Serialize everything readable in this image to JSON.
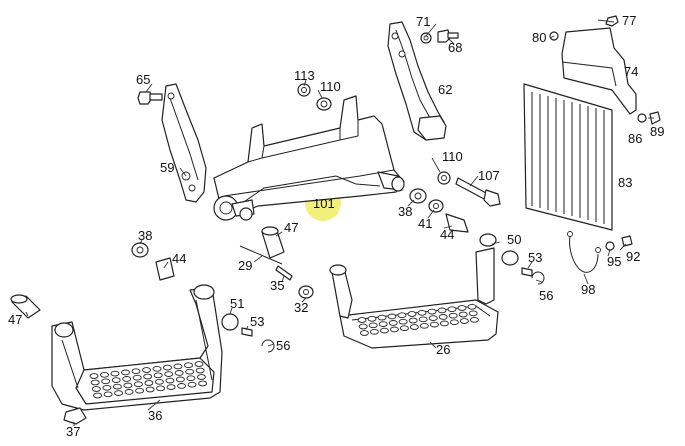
{
  "colors": {
    "highlight": "#f3f07a",
    "line": "#222222",
    "background": "#ffffff"
  },
  "callouts": [
    {
      "id": "c71",
      "label": "71"
    },
    {
      "id": "c68",
      "label": "68"
    },
    {
      "id": "c77",
      "label": "77"
    },
    {
      "id": "c80",
      "label": "80"
    },
    {
      "id": "c74",
      "label": "74"
    },
    {
      "id": "c65",
      "label": "65"
    },
    {
      "id": "c113",
      "label": "113"
    },
    {
      "id": "c110a",
      "label": "110"
    },
    {
      "id": "c62",
      "label": "62"
    },
    {
      "id": "c89",
      "label": "89"
    },
    {
      "id": "c86",
      "label": "86"
    },
    {
      "id": "c59",
      "label": "59"
    },
    {
      "id": "c110b",
      "label": "110"
    },
    {
      "id": "c107",
      "label": "107"
    },
    {
      "id": "c83",
      "label": "83"
    },
    {
      "id": "c101",
      "label": "101",
      "highlight": true
    },
    {
      "id": "c38a",
      "label": "38"
    },
    {
      "id": "c41",
      "label": "41"
    },
    {
      "id": "c47a",
      "label": "47"
    },
    {
      "id": "c44a",
      "label": "44"
    },
    {
      "id": "c38b",
      "label": "38"
    },
    {
      "id": "c44b",
      "label": "44"
    },
    {
      "id": "c50",
      "label": "50"
    },
    {
      "id": "c53a",
      "label": "53"
    },
    {
      "id": "c92",
      "label": "92"
    },
    {
      "id": "c95",
      "label": "95"
    },
    {
      "id": "c29",
      "label": "29"
    },
    {
      "id": "c56a",
      "label": "56"
    },
    {
      "id": "c98",
      "label": "98"
    },
    {
      "id": "c35",
      "label": "35"
    },
    {
      "id": "c32",
      "label": "32"
    },
    {
      "id": "c47b",
      "label": "47"
    },
    {
      "id": "c51",
      "label": "51"
    },
    {
      "id": "c53b",
      "label": "53"
    },
    {
      "id": "c56b",
      "label": "56"
    },
    {
      "id": "c26",
      "label": "26"
    },
    {
      "id": "c36",
      "label": "36"
    },
    {
      "id": "c37",
      "label": "37"
    }
  ]
}
